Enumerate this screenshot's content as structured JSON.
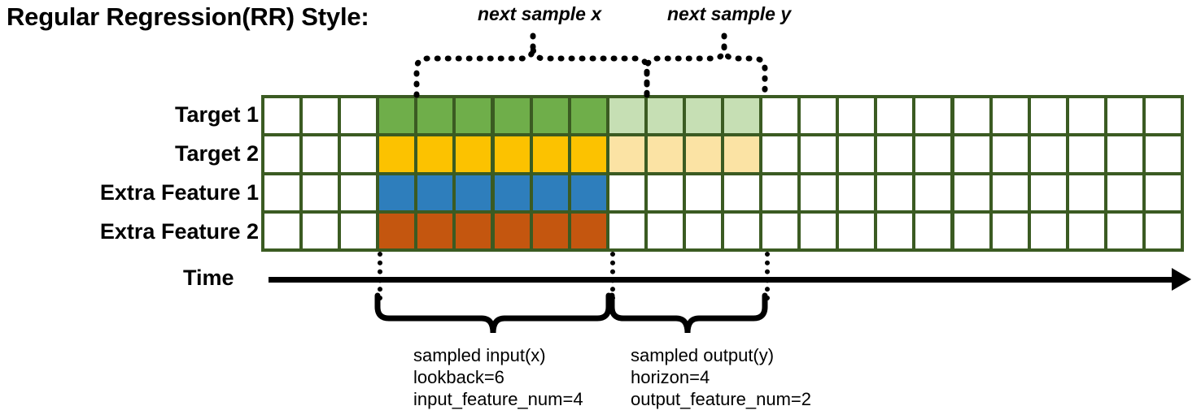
{
  "title": "Regular Regression(RR) Style:",
  "rows": [
    {
      "label": "Target 1",
      "color_key": "green"
    },
    {
      "label": "Target 2",
      "color_key": "gold"
    },
    {
      "label": "Extra Feature 1",
      "color_key": "blue"
    },
    {
      "label": "Extra Feature 2",
      "color_key": "orange"
    }
  ],
  "grid": {
    "total_columns": 24,
    "leading_blank_columns": 3,
    "input_columns": 6,
    "output_columns": 4,
    "trailing_blank_columns": 11
  },
  "colors": {
    "green": "#6fae4a",
    "green_light": "#c6dfb4",
    "gold": "#fcc200",
    "gold_light": "#fbe3a4",
    "blue": "#2e7ebc",
    "orange": "#c4560f",
    "blank": "#ffffff",
    "border": "#3b5b22",
    "ink": "#000000"
  },
  "axis": {
    "label": "Time"
  },
  "top_captions": [
    {
      "text": "next sample x"
    },
    {
      "text": "next sample y"
    }
  ],
  "bottom_captions": [
    {
      "line1": "sampled input(x)",
      "line2": "lookback=6",
      "line3": "input_feature_num=4"
    },
    {
      "line1": "sampled output(y)",
      "line2": "horizon=4",
      "line3": "output_feature_num=2"
    }
  ]
}
